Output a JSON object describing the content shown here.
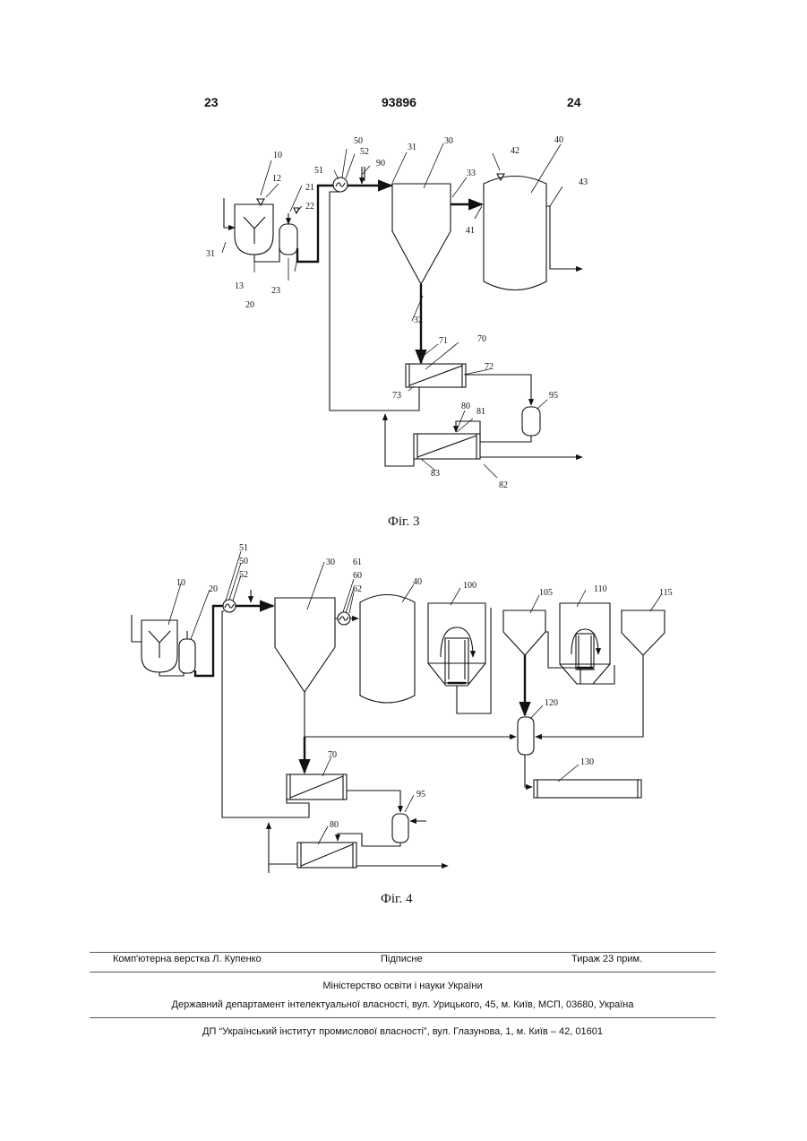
{
  "header": {
    "left_page": "23",
    "patent_number": "93896",
    "right_page": "24"
  },
  "fig3": {
    "caption": "Фіг. 3",
    "labels": {
      "l10": "10",
      "l12": "12",
      "l13": "13",
      "l20": "20",
      "l21": "21",
      "l22": "22",
      "l23": "23",
      "l31a": "31",
      "l31b": "31",
      "l30": "30",
      "l32": "32",
      "l33": "33",
      "l40": "40",
      "l41": "41",
      "l42": "42",
      "l43": "43",
      "l50": "50",
      "l51": "51",
      "l52": "52",
      "l90": "90",
      "l70": "70",
      "l71": "71",
      "l72": "72",
      "l73": "73",
      "l80": "80",
      "l81": "81",
      "l82": "82",
      "l83": "83",
      "l95": "95"
    }
  },
  "fig4": {
    "caption": "Фіг. 4",
    "labels": {
      "l10": "10",
      "l20": "20",
      "l51": "51",
      "l50": "50",
      "l52": "52",
      "l30": "30",
      "l61": "61",
      "l60": "60",
      "l62": "62",
      "l40": "40",
      "l100": "100",
      "l105": "105",
      "l110": "110",
      "l115": "115",
      "l120": "120",
      "l130": "130",
      "l70": "70",
      "l95": "95",
      "l80": "80"
    }
  },
  "footer": {
    "layout": "Комп'ютерна верстка Л. Купенко",
    "signed": "Підписне",
    "circulation": "Тираж 23 прим.",
    "ministry": "Міністерство освіти і науки України",
    "department": "Державний департамент інтелектуальної власності, вул. Урицького, 45, м. Київ, МСП, 03680, Україна",
    "institute": "ДП “Український інститут промислової власності”, вул. Глазунова, 1, м. Київ – 42, 01601"
  }
}
